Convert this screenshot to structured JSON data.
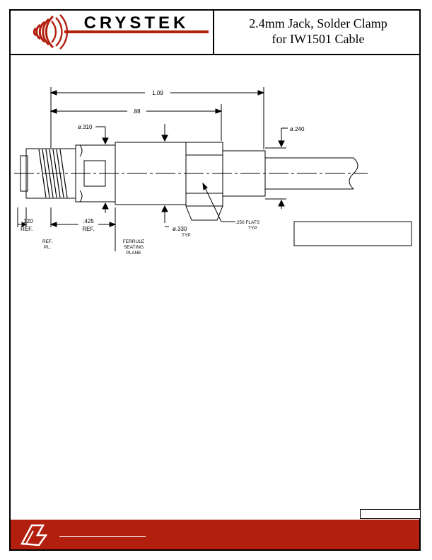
{
  "header": {
    "brand": "CRYSTEK",
    "title_line1": "2.4mm Jack, Solder Clamp",
    "title_line2": "for IW1501 Cable",
    "colors": {
      "brand_red": "#b21f0f",
      "ink": "#000000"
    }
  },
  "drawing": {
    "dim_overall": "1.09",
    "dim_body": ".88",
    "dia_310": "ø.310",
    "dia_240": "ø.240",
    "dia_330": "ø.330",
    "dia_330_note": "TYP",
    "dim_120": ".120",
    "dim_120_note": "REF.",
    "dim_425": ".425",
    "dim_425_note": "REF.",
    "ref_pl_line1": "REF.",
    "ref_pl_line2": "PL.",
    "ferrule_line1": "FERRULE",
    "ferrule_line2": "SEATING",
    "ferrule_line3": "PLANE",
    "flats": ".250 FLATS",
    "flats_note": "TYP."
  },
  "footer": {
    "logo_icon": "crystek-mark-icon"
  }
}
